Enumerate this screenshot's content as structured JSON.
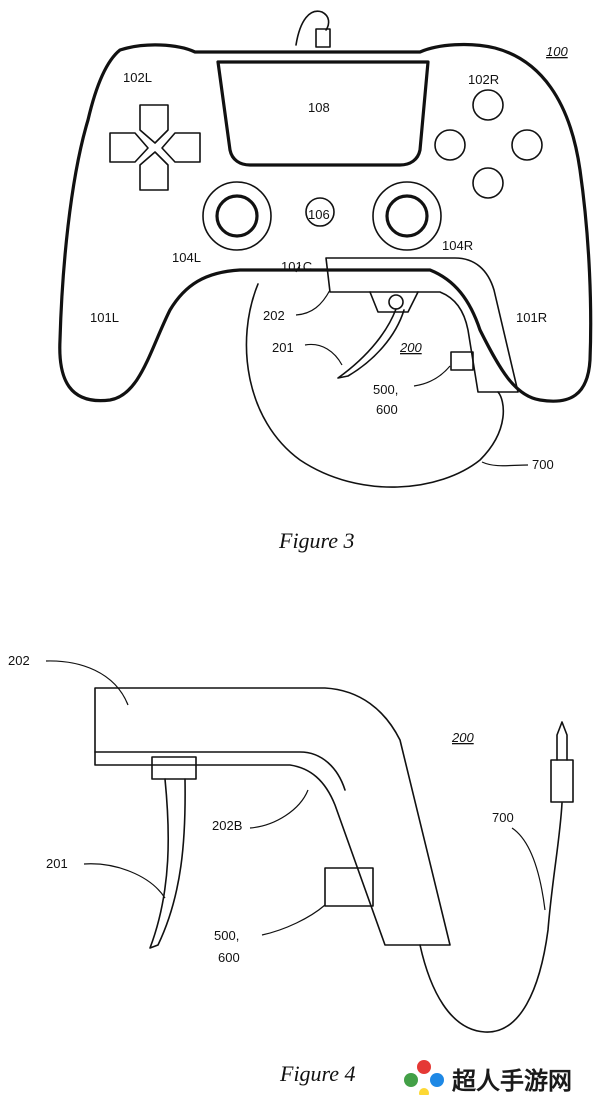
{
  "figure3": {
    "caption": "Figure 3",
    "labels": {
      "ref_100": "100",
      "l102L": "102L",
      "l102R": "102R",
      "l108": "108",
      "l106": "106",
      "l104L": "104L",
      "l104R": "104R",
      "l101C": "101C",
      "l101L": "101L",
      "l101R": "101R",
      "l202": "202",
      "l201": "201",
      "l200": "200",
      "l500": "500,",
      "l600": "600",
      "l700": "700"
    }
  },
  "figure4": {
    "caption": "Figure 4",
    "labels": {
      "l202": "202",
      "l200": "200",
      "l700": "700",
      "l202B": "202B",
      "l201": "201",
      "l500": "500,",
      "l600": "600"
    }
  },
  "watermark": {
    "text": "超人手游网",
    "logo_colors": [
      "#e53935",
      "#43a047",
      "#1e88e5",
      "#fdd835"
    ]
  }
}
